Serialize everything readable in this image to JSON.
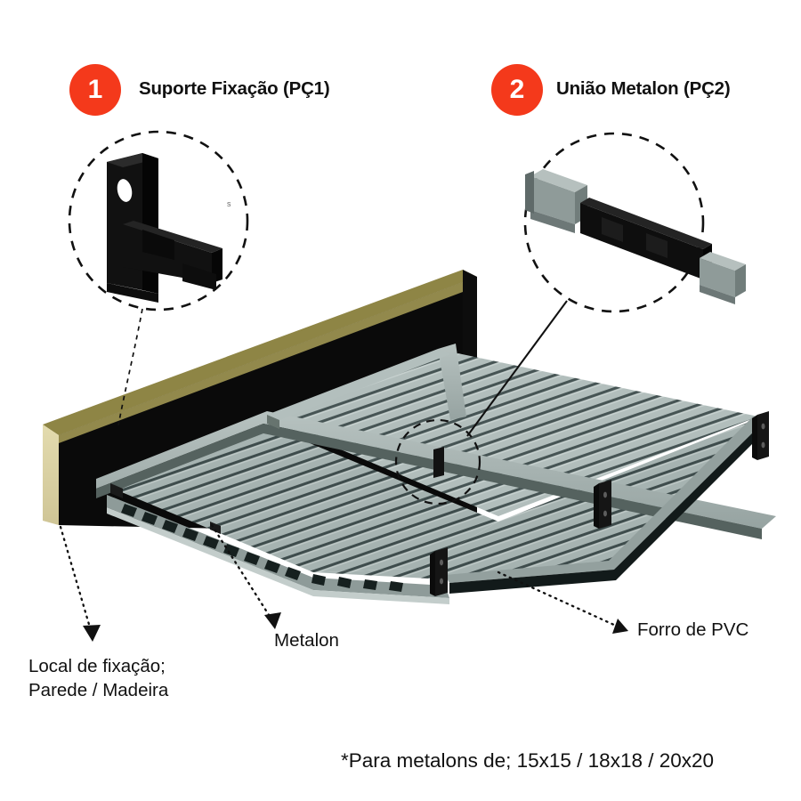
{
  "document": {
    "kind": "technical-assembly-diagram",
    "language": "pt-BR",
    "background": "#ffffff"
  },
  "colors": {
    "badge": "#f4391b",
    "badge_text": "#ffffff",
    "text": "#111111",
    "wood_face": "#dcd3a4",
    "wood_top": "#8e8545",
    "wall_black": "#0a0a0a",
    "pvc_light": "#b3bfbd",
    "pvc_mid": "#9aa8a6",
    "pvc_dark": "#5c6a6a",
    "pvc_groove": "#3d4a4a",
    "rail_top": "#aab6b4",
    "rail_side": "#7d8a89",
    "bracket_black": "#141414",
    "tube_gray": "#9aa3a1",
    "tube_gray_dark": "#6f7a78"
  },
  "callouts": [
    {
      "number": "1",
      "title": "Suporte Fixação (PÇ1)",
      "detail_shape": "l-bracket-with-hole",
      "leader": "dashed-to-wall"
    },
    {
      "number": "2",
      "title": "União Metalon (PÇ2)",
      "detail_shape": "two-tubes-with-black-connector",
      "leader": "solid-to-joint-circle"
    }
  ],
  "labels": {
    "local_fixacao_line1": "Local de fixação;",
    "local_fixacao_line2": "Parede /  Madeira",
    "metalon": "Metalon",
    "forro_pvc": "Forro de PVC"
  },
  "footnote": "*Para metalons de; 15x15 / 18x18 / 20x20",
  "diagram": {
    "parts": [
      "wall-board",
      "pvc-ceiling-panel",
      "metalon-rail-cross",
      "metalon-rail-edge",
      "fixing-brackets"
    ]
  }
}
